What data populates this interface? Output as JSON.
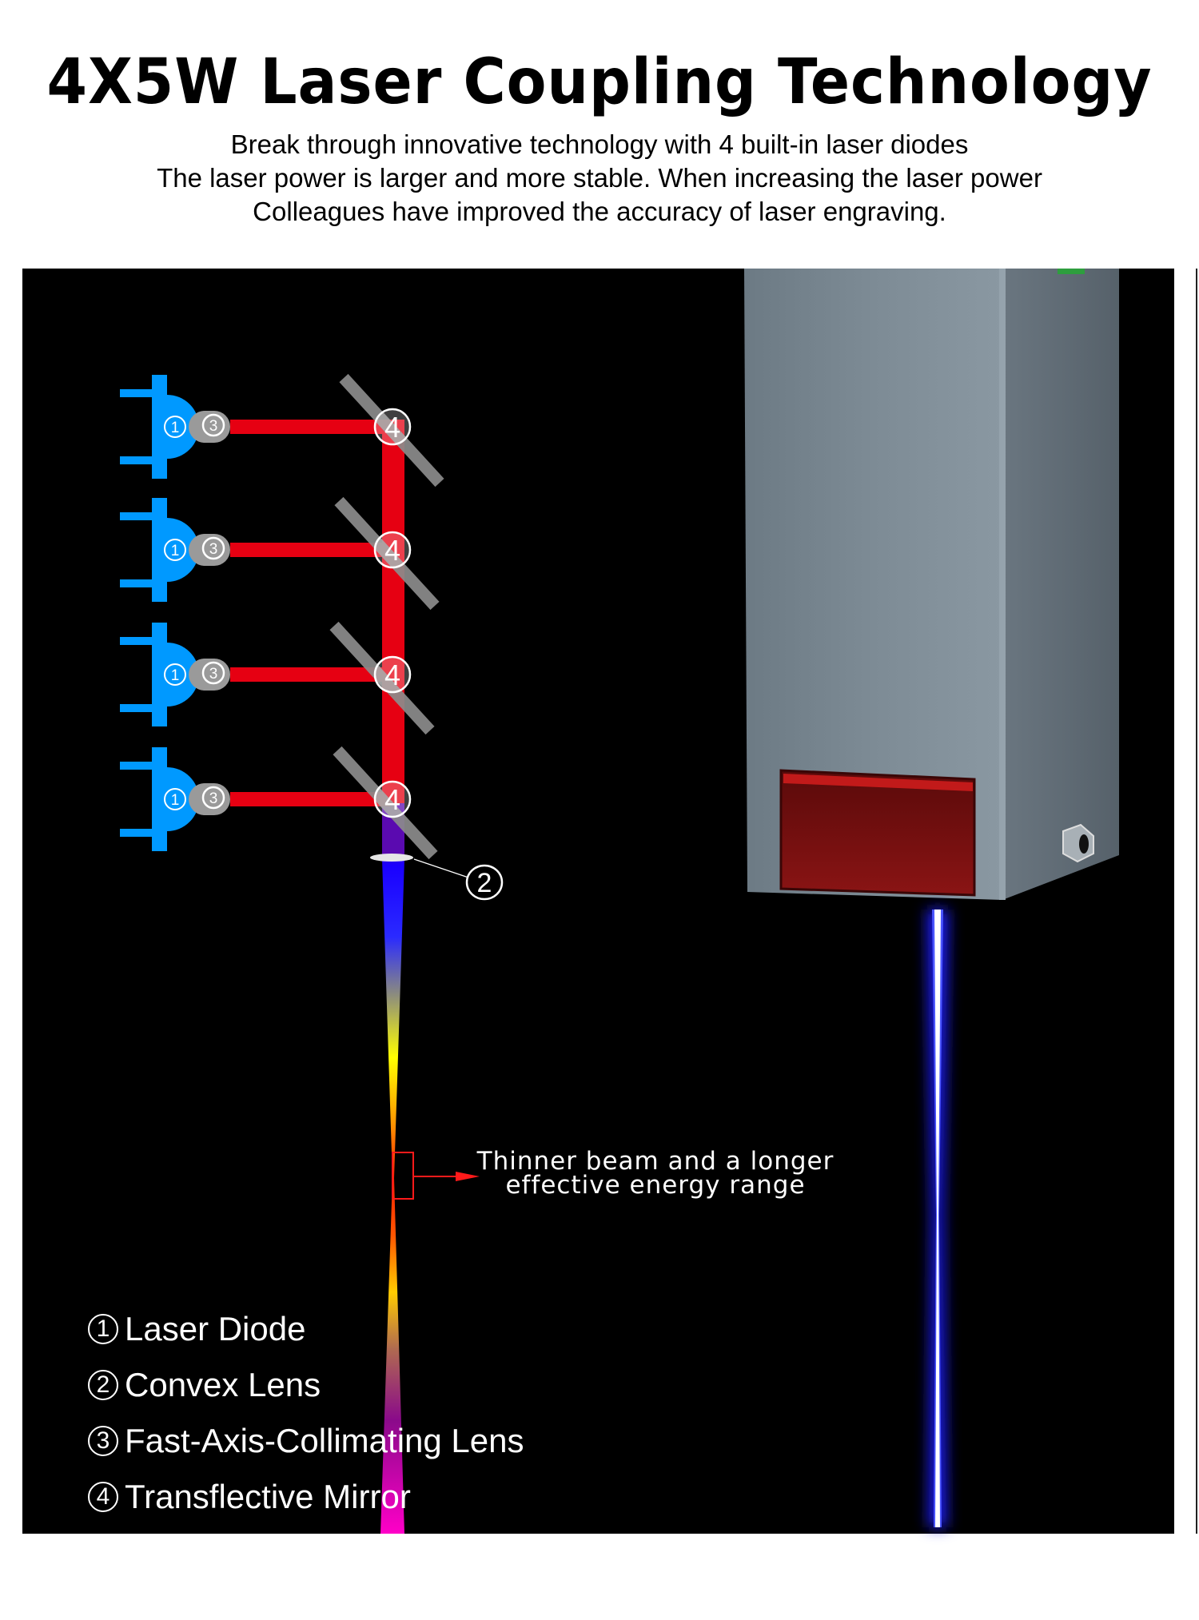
{
  "header": {
    "title": "4X5W Laser Coupling Technology",
    "subtitle_lines": [
      "Break through innovative technology with 4 built-in laser diodes",
      "The laser power is larger and more stable. When increasing the laser power",
      "Colleagues have improved the accuracy of laser engraving."
    ]
  },
  "diagram": {
    "markers": {
      "diode": "1",
      "lens": "2",
      "collimator": "3",
      "mirror": "4"
    },
    "annotation_lines": [
      "Thinner beam and a longer",
      "effective energy range"
    ],
    "colors": {
      "diode": "#0099ff",
      "beam": "#e60012",
      "mirror": "#8c8c8c",
      "housing": "#77858f",
      "output_beam": "#0a14ff"
    }
  },
  "legend": [
    {
      "num": "1",
      "label": "Laser Diode"
    },
    {
      "num": "2",
      "label": "Convex Lens"
    },
    {
      "num": "3",
      "label": "Fast-Axis-Collimating Lens"
    },
    {
      "num": "4",
      "label": "Transflective Mirror"
    }
  ]
}
